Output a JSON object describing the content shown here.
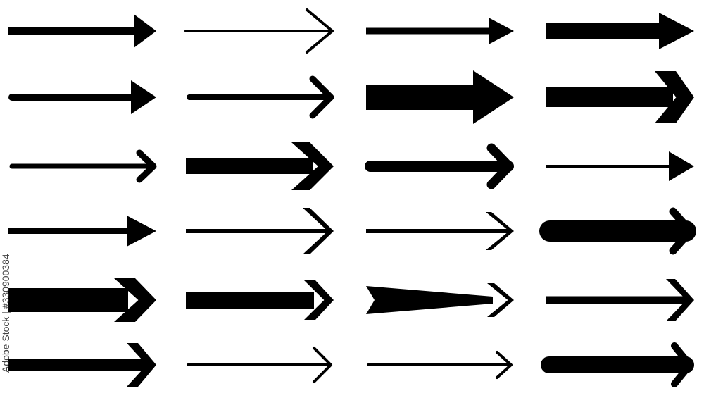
{
  "watermark": {
    "vertical_text": "Adobe Stock | #330900384"
  },
  "colors": {
    "background": "#ffffff",
    "ink": "#000000"
  },
  "arrows": [
    {
      "icon": "right-arrow-icon",
      "style": "solid-medium-triangle-head"
    },
    {
      "icon": "right-arrow-icon",
      "style": "thin-open-chevron-head"
    },
    {
      "icon": "right-arrow-icon",
      "style": "medium-triangle-head"
    },
    {
      "icon": "right-arrow-icon",
      "style": "heavy-triangle-head"
    },
    {
      "icon": "right-arrow-icon",
      "style": "rounded-medium-triangle-head"
    },
    {
      "icon": "right-arrow-icon",
      "style": "rounded-chevron-head"
    },
    {
      "icon": "right-arrow-icon",
      "style": "block-thick-triangle-head"
    },
    {
      "icon": "right-arrow-icon",
      "style": "heavy-chevron-head"
    },
    {
      "icon": "right-arrow-icon",
      "style": "rounded-thin-chevron-head"
    },
    {
      "icon": "right-arrow-icon",
      "style": "heavy-notched-chevron-head"
    },
    {
      "icon": "right-arrow-icon",
      "style": "rounded-thick-chevron-head"
    },
    {
      "icon": "right-arrow-icon",
      "style": "thin-triangle-head"
    },
    {
      "icon": "right-arrow-icon",
      "style": "medium-triangle-head"
    },
    {
      "icon": "right-arrow-icon",
      "style": "thin-open-chevron-head"
    },
    {
      "icon": "right-arrow-icon",
      "style": "thin-open-chevron-head"
    },
    {
      "icon": "right-arrow-icon",
      "style": "thick-rounded-chevron-head"
    },
    {
      "icon": "right-arrow-icon",
      "style": "block-heavy-triangle-head"
    },
    {
      "icon": "right-arrow-icon",
      "style": "heavy-chevron-head"
    },
    {
      "icon": "right-arrow-icon",
      "style": "tapered-dart-head"
    },
    {
      "icon": "right-arrow-icon",
      "style": "medium-chevron-head"
    },
    {
      "icon": "right-arrow-icon",
      "style": "thick-chevron-head"
    },
    {
      "icon": "right-arrow-icon",
      "style": "thin-open-chevron-head"
    },
    {
      "icon": "right-arrow-icon",
      "style": "thin-open-chevron-head"
    },
    {
      "icon": "right-arrow-icon",
      "style": "heavy-chevron-head"
    }
  ]
}
